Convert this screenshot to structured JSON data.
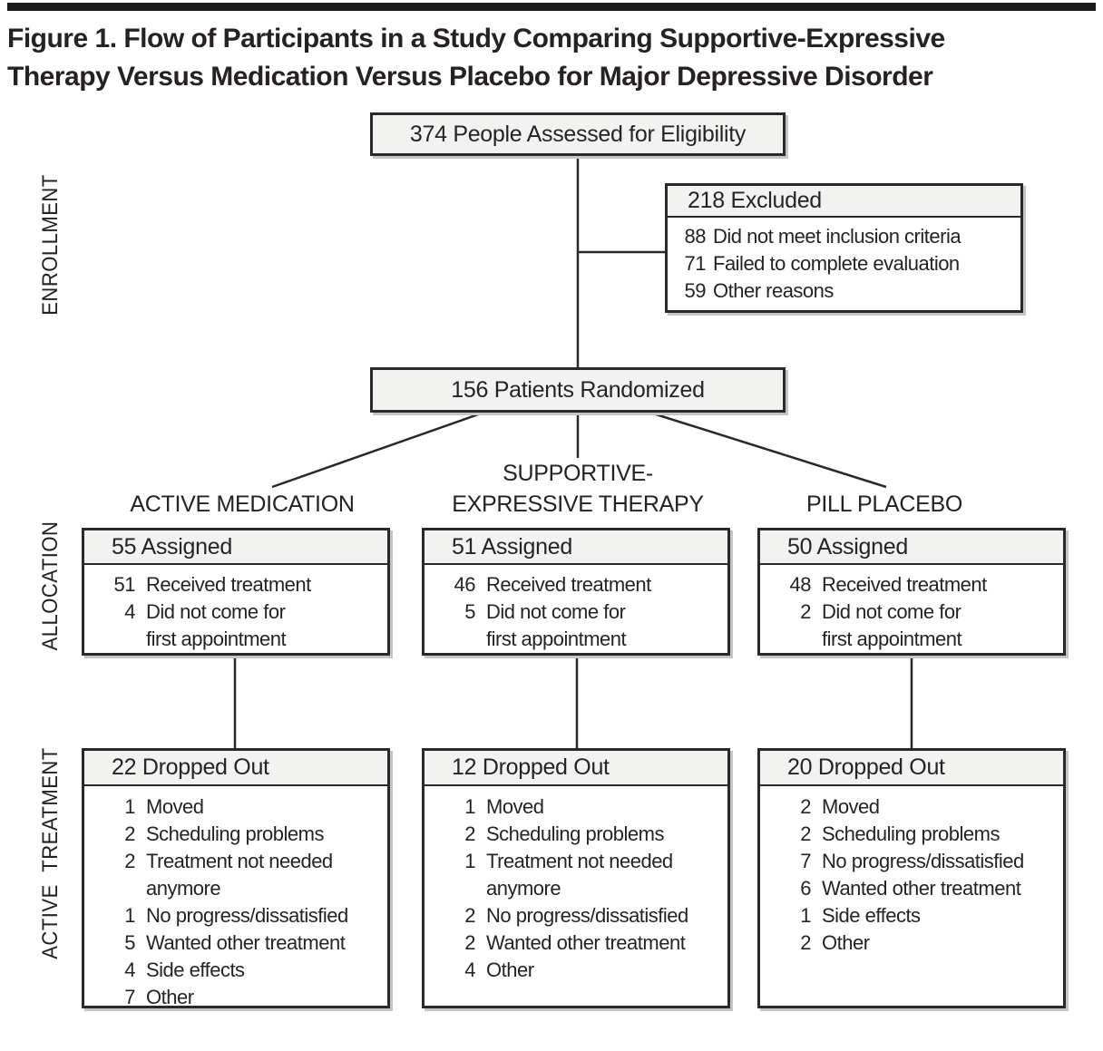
{
  "colors": {
    "ink": "#272324",
    "box_border": "#2b2829",
    "header_fill": "#f2f2f1",
    "top_bar": "#1d1b1b"
  },
  "title": "Figure 1. Flow of Participants in a Study Comparing Supportive-Expressive\nTherapy Versus Medication Versus Placebo for Major Depressive Disorder",
  "stages": {
    "enrollment": "ENROLLMENT",
    "allocation": "ALLOCATION",
    "active_treatment": "ACTIVE TREATMENT"
  },
  "flow": {
    "assessed": "374 People Assessed for Eligibility",
    "excluded": {
      "title": "218 Excluded",
      "items": [
        {
          "n": "88",
          "label": "Did not meet inclusion criteria"
        },
        {
          "n": "71",
          "label": "Failed to complete evaluation"
        },
        {
          "n": "59",
          "label": "Other reasons"
        }
      ]
    },
    "randomized": "156 Patients Randomized"
  },
  "arms": [
    {
      "label": "ACTIVE MEDICATION",
      "assigned": {
        "title": "55 Assigned",
        "items": [
          {
            "n": "51",
            "label": "Received treatment"
          },
          {
            "n": "4",
            "label": "Did not come for"
          },
          {
            "n": "",
            "label": "first appointment"
          }
        ]
      },
      "dropped": {
        "title": "22 Dropped Out",
        "items": [
          {
            "n": "1",
            "label": "Moved"
          },
          {
            "n": "2",
            "label": "Scheduling problems"
          },
          {
            "n": "2",
            "label": "Treatment not needed"
          },
          {
            "n": "",
            "label": "anymore"
          },
          {
            "n": "1",
            "label": "No progress/dissatisfied"
          },
          {
            "n": "5",
            "label": "Wanted other treatment"
          },
          {
            "n": "4",
            "label": "Side effects"
          },
          {
            "n": "7",
            "label": "Other"
          }
        ]
      }
    },
    {
      "label": "SUPPORTIVE-\nEXPRESSIVE THERAPY",
      "assigned": {
        "title": "51 Assigned",
        "items": [
          {
            "n": "46",
            "label": "Received treatment"
          },
          {
            "n": "5",
            "label": "Did not come for"
          },
          {
            "n": "",
            "label": "first appointment"
          }
        ]
      },
      "dropped": {
        "title": "12 Dropped Out",
        "items": [
          {
            "n": "1",
            "label": "Moved"
          },
          {
            "n": "2",
            "label": "Scheduling problems"
          },
          {
            "n": "1",
            "label": "Treatment not needed"
          },
          {
            "n": "",
            "label": "anymore"
          },
          {
            "n": "2",
            "label": "No progress/dissatisfied"
          },
          {
            "n": "2",
            "label": "Wanted other treatment"
          },
          {
            "n": "4",
            "label": "Other"
          }
        ]
      }
    },
    {
      "label": "PILL PLACEBO",
      "assigned": {
        "title": "50 Assigned",
        "items": [
          {
            "n": "48",
            "label": "Received treatment"
          },
          {
            "n": "2",
            "label": "Did not come for"
          },
          {
            "n": "",
            "label": "first appointment"
          }
        ]
      },
      "dropped": {
        "title": "20 Dropped Out",
        "items": [
          {
            "n": "2",
            "label": "Moved"
          },
          {
            "n": "2",
            "label": "Scheduling problems"
          },
          {
            "n": "7",
            "label": "No progress/dissatisfied"
          },
          {
            "n": "6",
            "label": "Wanted other treatment"
          },
          {
            "n": "1",
            "label": "Side effects"
          },
          {
            "n": "2",
            "label": "Other"
          }
        ]
      }
    }
  ]
}
